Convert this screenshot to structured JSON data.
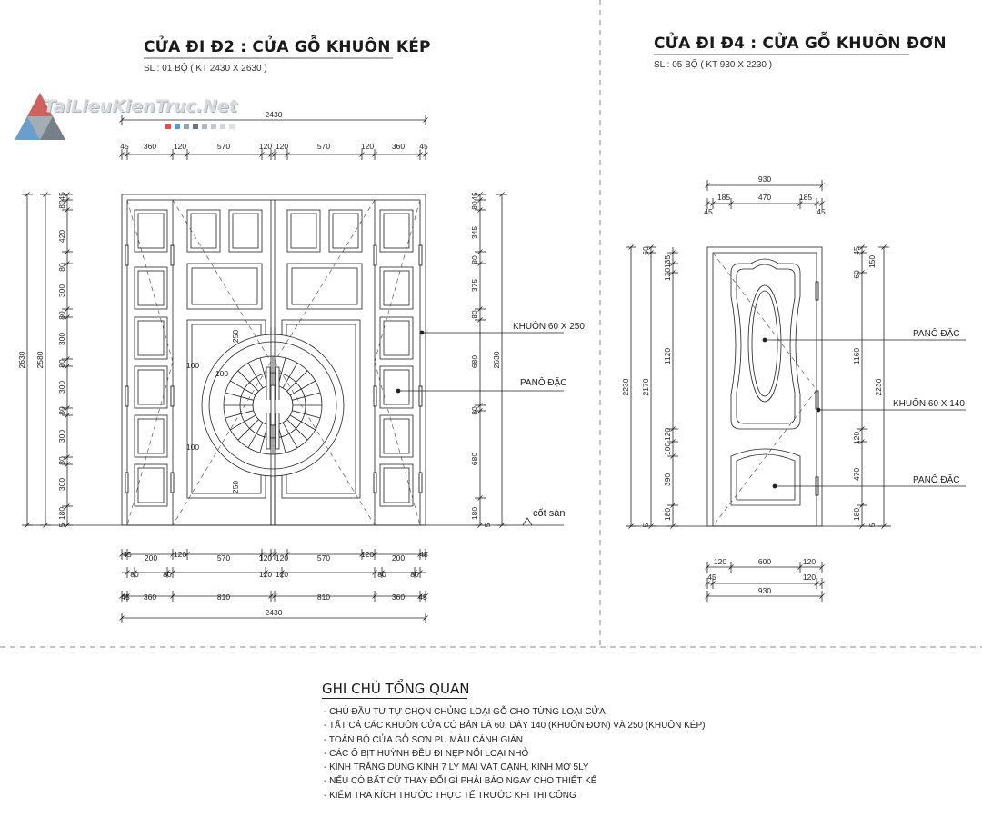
{
  "watermark": {
    "text": "TaiLieuKienTruc.Net",
    "colors": [
      "#d9534f",
      "#5b9bd5",
      "#777777"
    ]
  },
  "door_d2": {
    "title": "CỬA ĐI Đ2 : CỬA GỖ KHUÔN KÉP",
    "subtitle": "SL : 01 BỘ ( KT 2430 X 2630 )",
    "top_total": "2430",
    "top_dims": [
      "45",
      "360",
      "120",
      "570",
      "120",
      "120",
      "570",
      "120",
      "360",
      "45"
    ],
    "left_outer": "2630",
    "left_mid": "2580",
    "left_dims": [
      "45",
      "80",
      "420",
      "80",
      "300",
      "80",
      "300",
      "80",
      "300",
      "80",
      "300",
      "80",
      "300",
      "180",
      "5"
    ],
    "right_outer": "2630",
    "right_dims": [
      "45",
      "80",
      "345",
      "80",
      "375",
      "80",
      "680",
      "80",
      "680",
      "180",
      "5"
    ],
    "bottom_row1": [
      "45",
      "200",
      "120",
      "570",
      "120",
      "120",
      "570",
      "120",
      "200",
      "45"
    ],
    "bottom_row2": [
      "80",
      "80",
      "120",
      "120",
      "80",
      "80"
    ],
    "bottom_row3": [
      "45",
      "360",
      "810",
      "810",
      "360",
      "45"
    ],
    "bottom_total": "2430",
    "inner_dims": [
      "250",
      "100",
      "100",
      "100",
      "250"
    ],
    "label_frame": "KHUÔN 60 X 250",
    "label_panel": "PANÔ ĐẶC",
    "label_floor": "cốt sàn"
  },
  "door_d4": {
    "title": "CỬA ĐI Đ4 : CỬA GỖ KHUÔN ĐƠN",
    "subtitle": "SL : 05 BỘ ( KT 930 X 2230 )",
    "top_total": "930",
    "top_dims": [
      "45",
      "185",
      "470",
      "185",
      "45"
    ],
    "left_outer": "2230",
    "left_mid": "2170",
    "left_dims": [
      "60",
      "120",
      "135",
      "1120",
      "120",
      "100",
      "390",
      "180",
      "5"
    ],
    "right_outer": "2230",
    "right_dims": [
      "45",
      "150",
      "60",
      "1160",
      "120",
      "470",
      "180",
      "5"
    ],
    "bottom_row1": [
      "120",
      "600",
      "120"
    ],
    "bottom_row2": [
      "45",
      "120"
    ],
    "bottom_total": "930",
    "label_panel_top": "PANÔ ĐẶC",
    "label_frame": "KHUÔN 60 X 140",
    "label_panel_bottom": "PANÔ ĐẶC"
  },
  "notes": {
    "title": "GHI CHÚ TỔNG QUAN",
    "items": [
      "- CHỦ ĐẦU TƯ TỰ CHỌN CHỦNG LOẠI GỖ CHO TỪNG LOẠI CỬA",
      "- TẤT CẢ CÁC KHUÔN CỬA CÓ BẢN LÀ 60, DÀY 140 (KHUÔN ĐƠN) VÀ 250 (KHUÔN KÉP)",
      "- TOÀN BỘ CỬA GỖ SƠN PU MÀU CÁNH GIÁN",
      "- CÁC Ô BỊT HUỲNH ĐỀU ĐI NẸP NỔI LOẠI NHỎ",
      "- KÍNH TRẮNG DÙNG KÍNH 7 LY MÀI VÁT CẠNH, KÍNH MỜ 5LY",
      "- NẾU CÓ BẤT CỨ THAY ĐỔI GÌ PHẢI BÁO NGAY CHO THIẾT KẾ",
      "- KIỂM TRA KÍCH THƯỚC THỰC TẾ TRƯỚC KHI THI CÔNG"
    ]
  }
}
